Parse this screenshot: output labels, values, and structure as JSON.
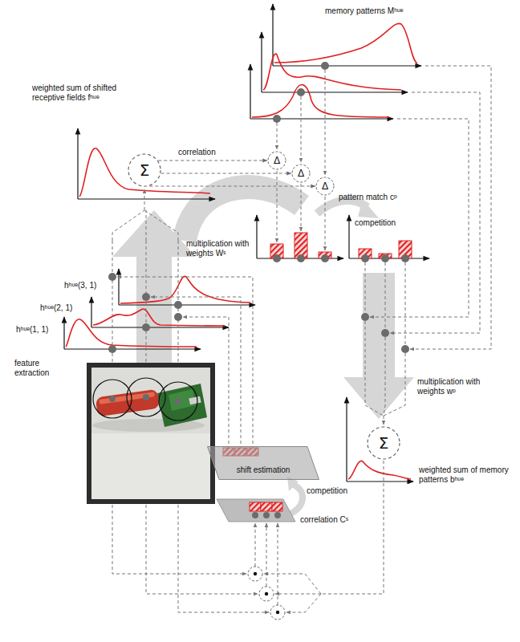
{
  "diagram": {
    "nodes": [
      {
        "text": [
          "Σ"
        ]
      },
      {
        "text": [
          "Δ"
        ]
      },
      {
        "text": [
          "Δ"
        ]
      },
      {
        "text": [
          "Δ"
        ]
      },
      {
        "text": [
          "shift estimation"
        ]
      },
      {
        "text": [
          "Σ"
        ]
      }
    ],
    "edges": [
      {
        "from": 0,
        "to": 1,
        "arrow": "to"
      },
      {
        "from": 0,
        "to": 2,
        "arrow": "to"
      },
      {
        "from": 0,
        "to": 3,
        "arrow": "to"
      }
    ],
    "labels": [
      "memory patterns Mʰᵘᵉ",
      "weighted sum of shifted receptive fields fʰᵘᵉ",
      "correlation",
      "pattern match cᵖ",
      "competition",
      "multiplication with weights Wˢ",
      "hʰᵘᵉ(3, 1)",
      "hʰᵘᵉ(2, 1)",
      "hʰᵘᵉ(1, 1)",
      "feature extraction",
      "competition",
      "correlation Cˢ",
      "multiplication with weights wᵖ",
      "weighted sum of memory patterns bʰᵘᵉ"
    ]
  }
}
